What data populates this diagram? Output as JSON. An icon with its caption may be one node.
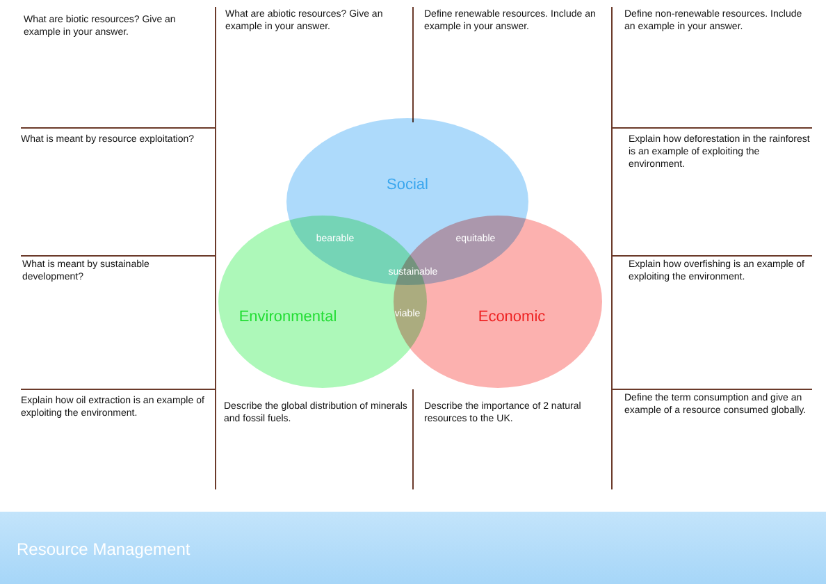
{
  "diagram": {
    "title": "Resource Management",
    "nodes": [
      {
        "text": [
          "Social"
        ]
      },
      {
        "text": [
          "Environmental"
        ]
      },
      {
        "text": [
          "Economic"
        ]
      }
    ],
    "edges": [],
    "labels": [
      "What are biotic resources? Give an example in your answer.",
      "What are abiotic resources? Give an example in your answer.",
      "Define renewable resources. Include an example in your answer.",
      "Define non-renewable resources. Include an example in your answer.",
      "What is meant by resource exploitation?",
      "Explain how deforestation in the rainforest is an example of exploiting the environment.",
      "bearable",
      "equitable",
      "What is meant by sustainable development?",
      "sustainable",
      "Explain how overfishing is an example of exploiting the environment.",
      "viable",
      "Explain how oil extraction is an example of exploiting the environment.",
      "Describe the global distribution of minerals and fossil fuels.",
      "Describe the importance of 2 natural resources to the UK.",
      "Define the term consumption and give an example of a resource consumed globally."
    ]
  }
}
